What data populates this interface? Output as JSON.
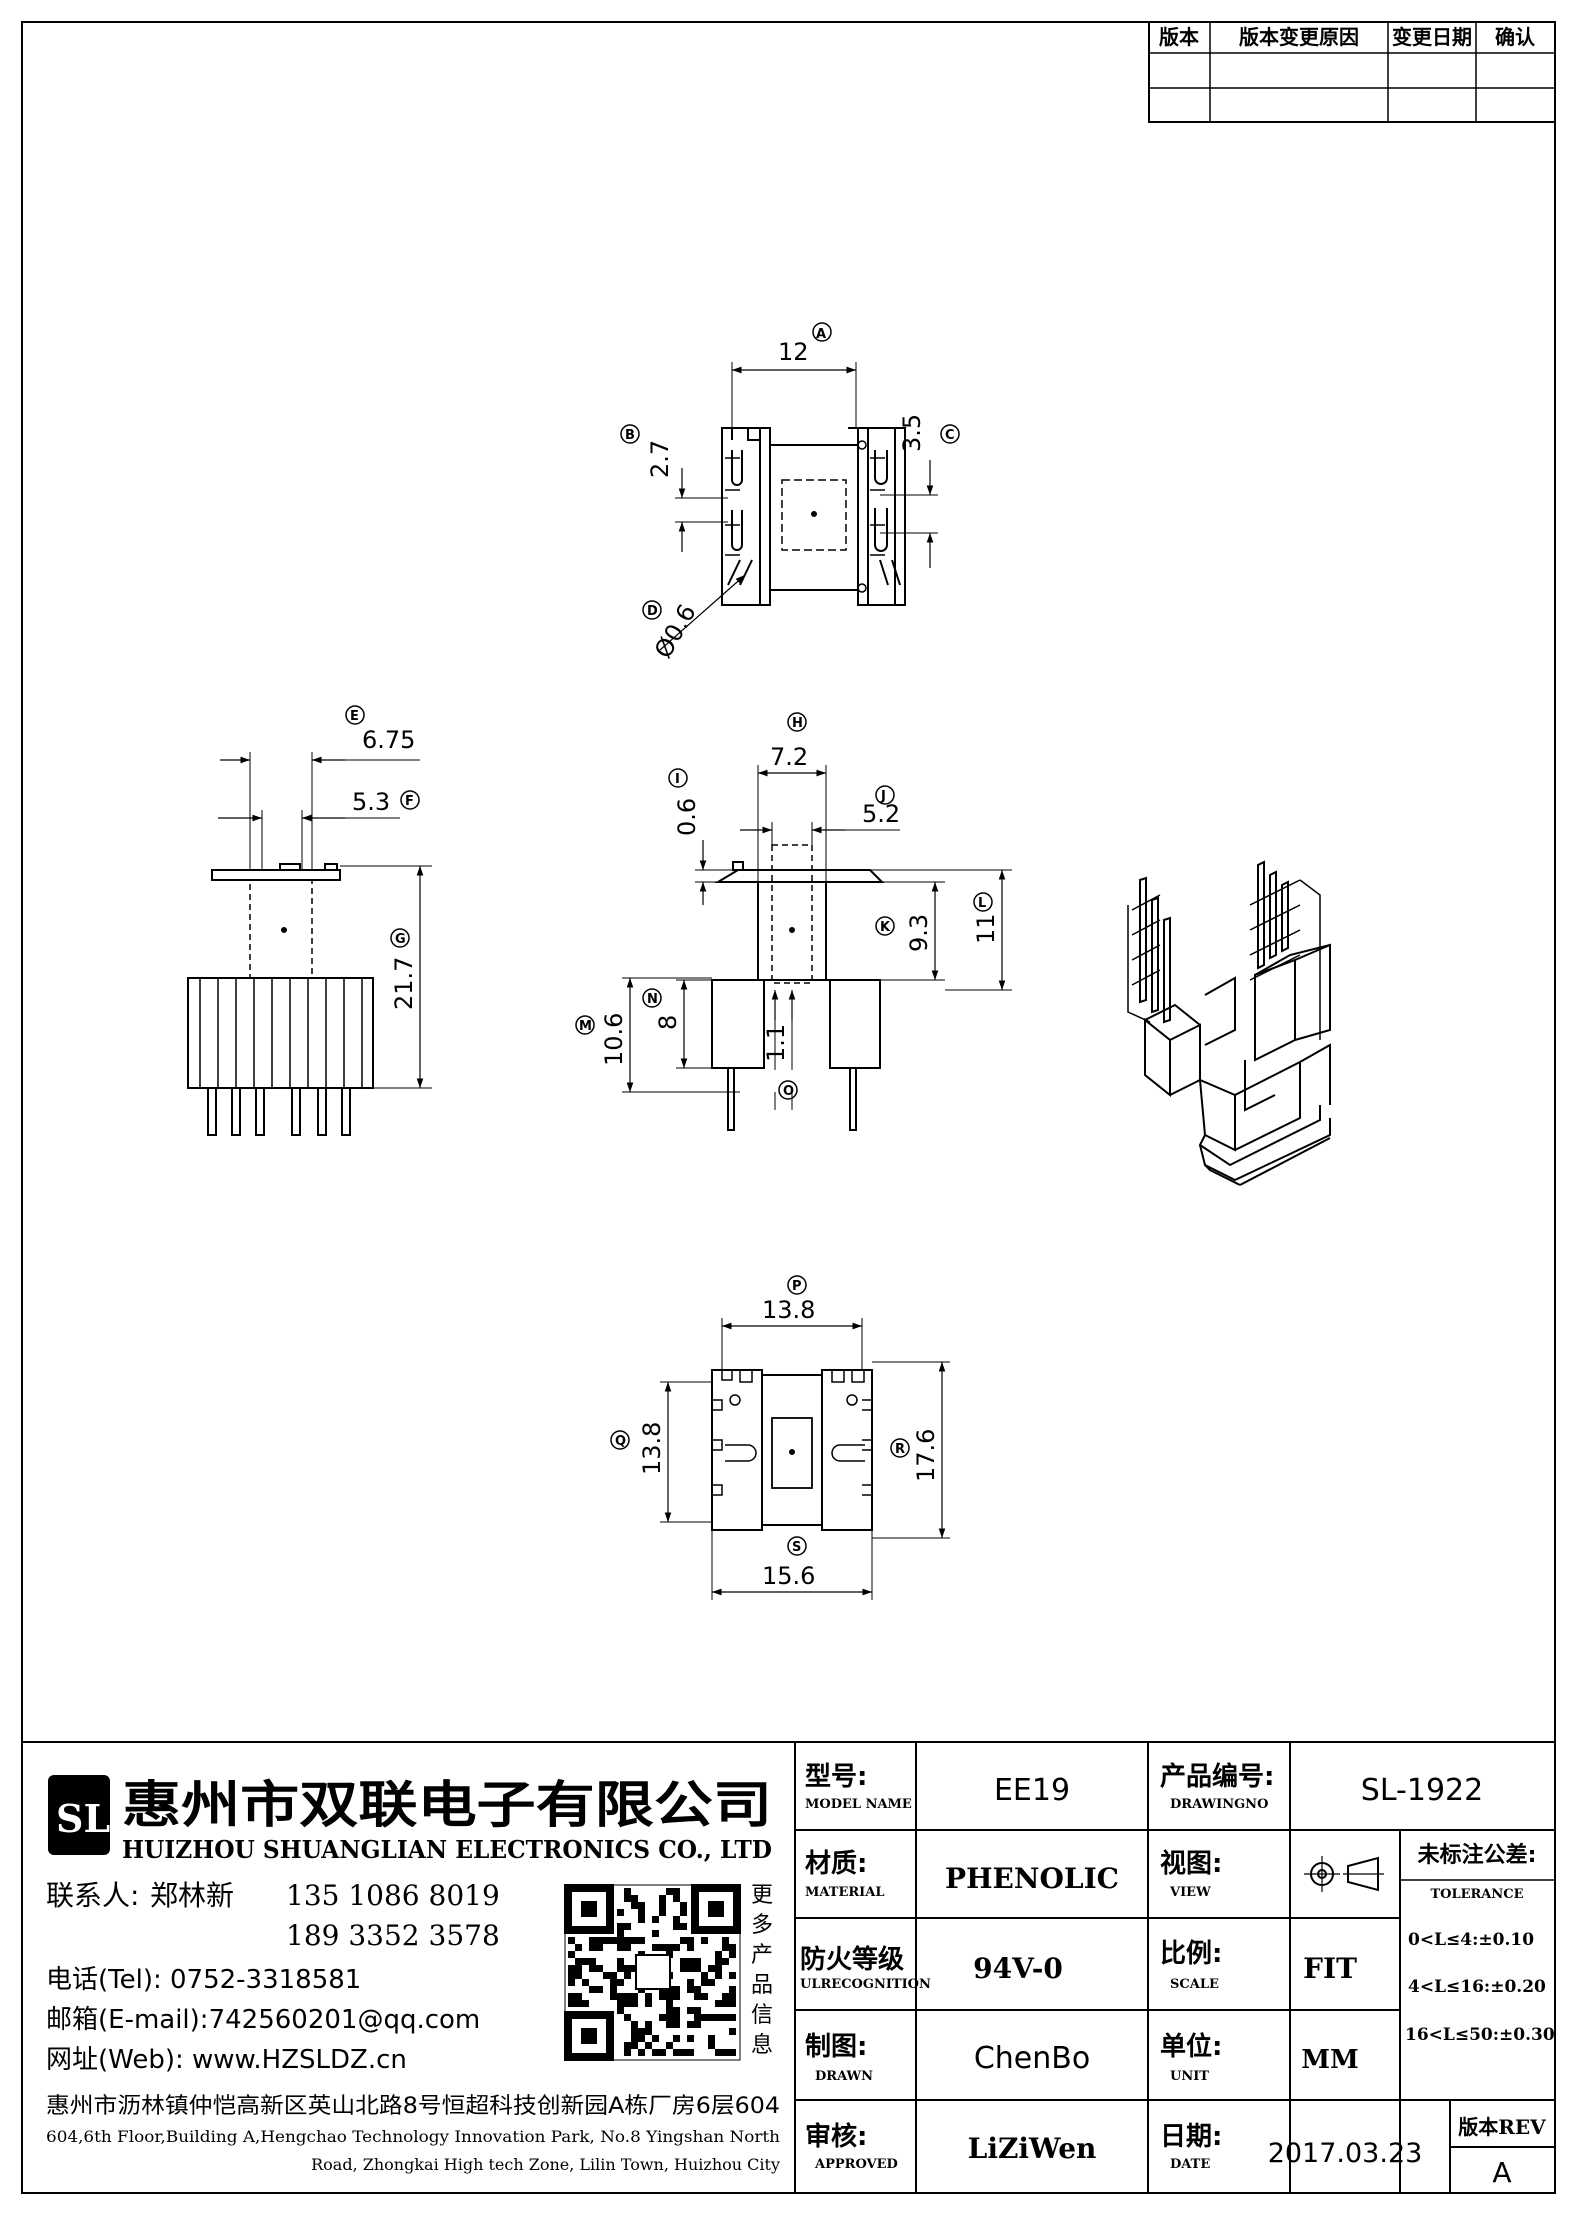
{
  "revision_block": {
    "headers": [
      "版本",
      "版本变更原因",
      "变更日期",
      "确认"
    ]
  },
  "dimensions": {
    "A": {
      "letter": "A",
      "value": "12"
    },
    "B": {
      "letter": "B",
      "value": "2.7"
    },
    "C": {
      "letter": "C",
      "value": "3.5"
    },
    "D": {
      "letter": "D",
      "value": "Ø0.6"
    },
    "E": {
      "letter": "E",
      "value": "6.75"
    },
    "F": {
      "letter": "F",
      "value": "5.3"
    },
    "G": {
      "letter": "G",
      "value": "21.7"
    },
    "H": {
      "letter": "H",
      "value": "7.2"
    },
    "I": {
      "letter": "I",
      "value": "0.6"
    },
    "J": {
      "letter": "J",
      "value": "5.2"
    },
    "K": {
      "letter": "K",
      "value": "9.3"
    },
    "L": {
      "letter": "L",
      "value": "11"
    },
    "M": {
      "letter": "M",
      "value": "10.6"
    },
    "N": {
      "letter": "N",
      "value": "8"
    },
    "O": {
      "letter": "O",
      "value": "1.1"
    },
    "P": {
      "letter": "P",
      "value": "13.8"
    },
    "Q": {
      "letter": "Q",
      "value": "13.8"
    },
    "R": {
      "letter": "R",
      "value": "17.6"
    },
    "S": {
      "letter": "S",
      "value": "15.6"
    }
  },
  "company": {
    "logo_text": "SL",
    "name_cn": "惠州市双联电子有限公司",
    "name_en": "HUIZHOU SHUANGLIAN ELECTRONICS CO., LTD",
    "contact_label": "联系人:",
    "contact_name": "郑林新",
    "phone1": "135 1086 8019",
    "phone2": "189 3352 3578",
    "tel": "电话(Tel): 0752-3318581",
    "email": "邮箱(E-mail):742560201@qq.com",
    "web": "网址(Web): www.HZSLDZ.cn",
    "qr_side": [
      "更",
      "多",
      "产",
      "品",
      "信",
      "息"
    ],
    "address_cn": "惠州市沥林镇仲恺高新区英山北路8号恒超科技创新园A栋厂房6层604",
    "address_en_1": "604,6th Floor,Building A,Hengchao Technology Innovation Park, No.8 Yingshan North",
    "address_en_2": "Road, Zhongkai High tech Zone, Lilin Town, Huizhou City"
  },
  "title_block": {
    "model_label": "型号:",
    "model_label_en": "MODEL NAME",
    "model_value": "EE19",
    "drawing_label": "产品编号:",
    "drawing_label_en": "DRAWINGNO",
    "drawing_value": "SL-1922",
    "material_label": "材质:",
    "material_label_en": "MATERIAL",
    "material_value": "PHENOLIC",
    "view_label": "视图:",
    "view_label_en": "VIEW",
    "tolerance_label": "未标注公差:",
    "tolerance_label_en": "TOLERANCE",
    "tolerance_rows": [
      "0<L≤4:±0.10",
      "4<L≤16:±0.20",
      "16<L≤50:±0.30"
    ],
    "flame_label": "防火等级",
    "flame_label_en": "ULRECOGNITION",
    "flame_value": "94V-0",
    "scale_label": "比例:",
    "scale_label_en": "SCALE",
    "scale_value": "FIT",
    "drawn_label": "制图:",
    "drawn_label_en": "DRAWN",
    "drawn_value": "ChenBo",
    "unit_label": "单位:",
    "unit_label_en": "UNIT",
    "unit_value": "MM",
    "approved_label": "审核:",
    "approved_label_en": "APPROVED",
    "approved_value": "LiZiWen",
    "date_label": "日期:",
    "date_label_en": "DATE",
    "date_value": "2017.03.23",
    "rev_label": "版本REV",
    "rev_value": "A"
  }
}
